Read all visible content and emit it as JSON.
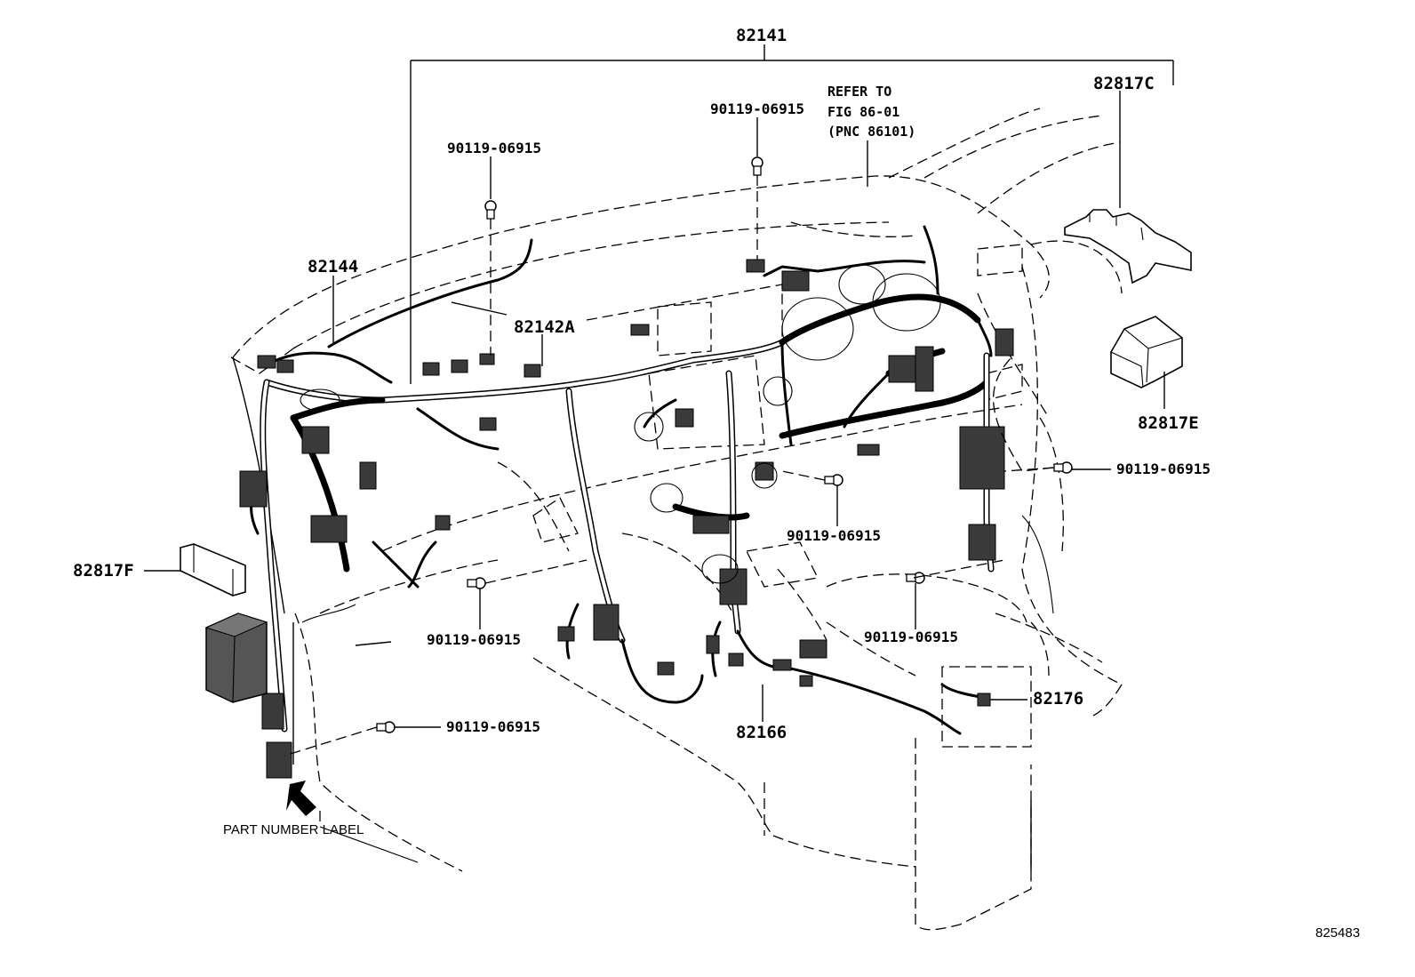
{
  "labels": {
    "harness_main": "82141",
    "bolt_a": "90119-06915",
    "bolt_b": "90119-06915",
    "refer_line1": "REFER TO",
    "refer_line2": "FIG 86-01",
    "refer_line3": "(PNC 86101)",
    "cover_c": "82817C",
    "wire_82144": "82144",
    "wire_82142a": "82142A",
    "cover_e": "82817E",
    "bolt_right": "90119-06915",
    "bolt_center": "90119-06915",
    "cover_f": "82817F",
    "bolt_left_low": "90119-06915",
    "bolt_console": "90119-06915",
    "wire_82176": "82176",
    "wire_82166": "82166",
    "bolt_bottom": "90119-06915",
    "part_number_label": "PART NUMBER LABEL",
    "figure_id": "825483"
  }
}
